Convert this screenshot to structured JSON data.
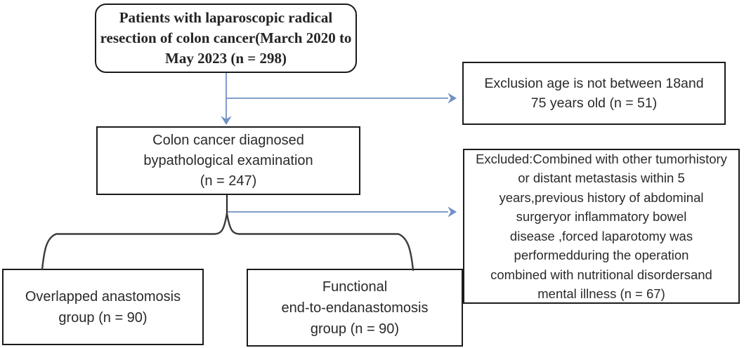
{
  "figure": {
    "type": "patient-flow-diagram",
    "colors": {
      "background": "#ffffff",
      "box_border": "#1b1b1b",
      "arrow_blue": "#7191c4",
      "brace_gray": "#3c3c3c",
      "text": "#2a2a2a"
    },
    "boxes": {
      "enrollment": {
        "text": "Patients with laparoscopic radical\nresection of colon cancer(March 2020 to\nMay 2023 (n = 298)",
        "n": 298
      },
      "exclusion_age": {
        "text": "Exclusion age is not between 18and\n75 years old (n = 51)",
        "n": 51
      },
      "diagnosis": {
        "text": "Colon cancer diagnosed\nbypathological examination\n(n = 247)",
        "n": 247
      },
      "excluded_other": {
        "text": "Excluded:Combined with other tumorhistory\nor distant metastasis within 5\nyears,previous history of abdominal\nsurgeryor inflammatory bowel\ndisease ,forced laparotomy was\nperformedduring the operation\ncombined with nutritional disordersand\nmental illness  (n = 67)",
        "n": 67
      },
      "group_overlapped": {
        "text": "Overlapped anastomosis\ngroup (n = 90)",
        "n": 90
      },
      "group_functional": {
        "text": "Functional\nend-to-endanastomosis\ngroup (n = 90)",
        "n": 90
      }
    }
  }
}
